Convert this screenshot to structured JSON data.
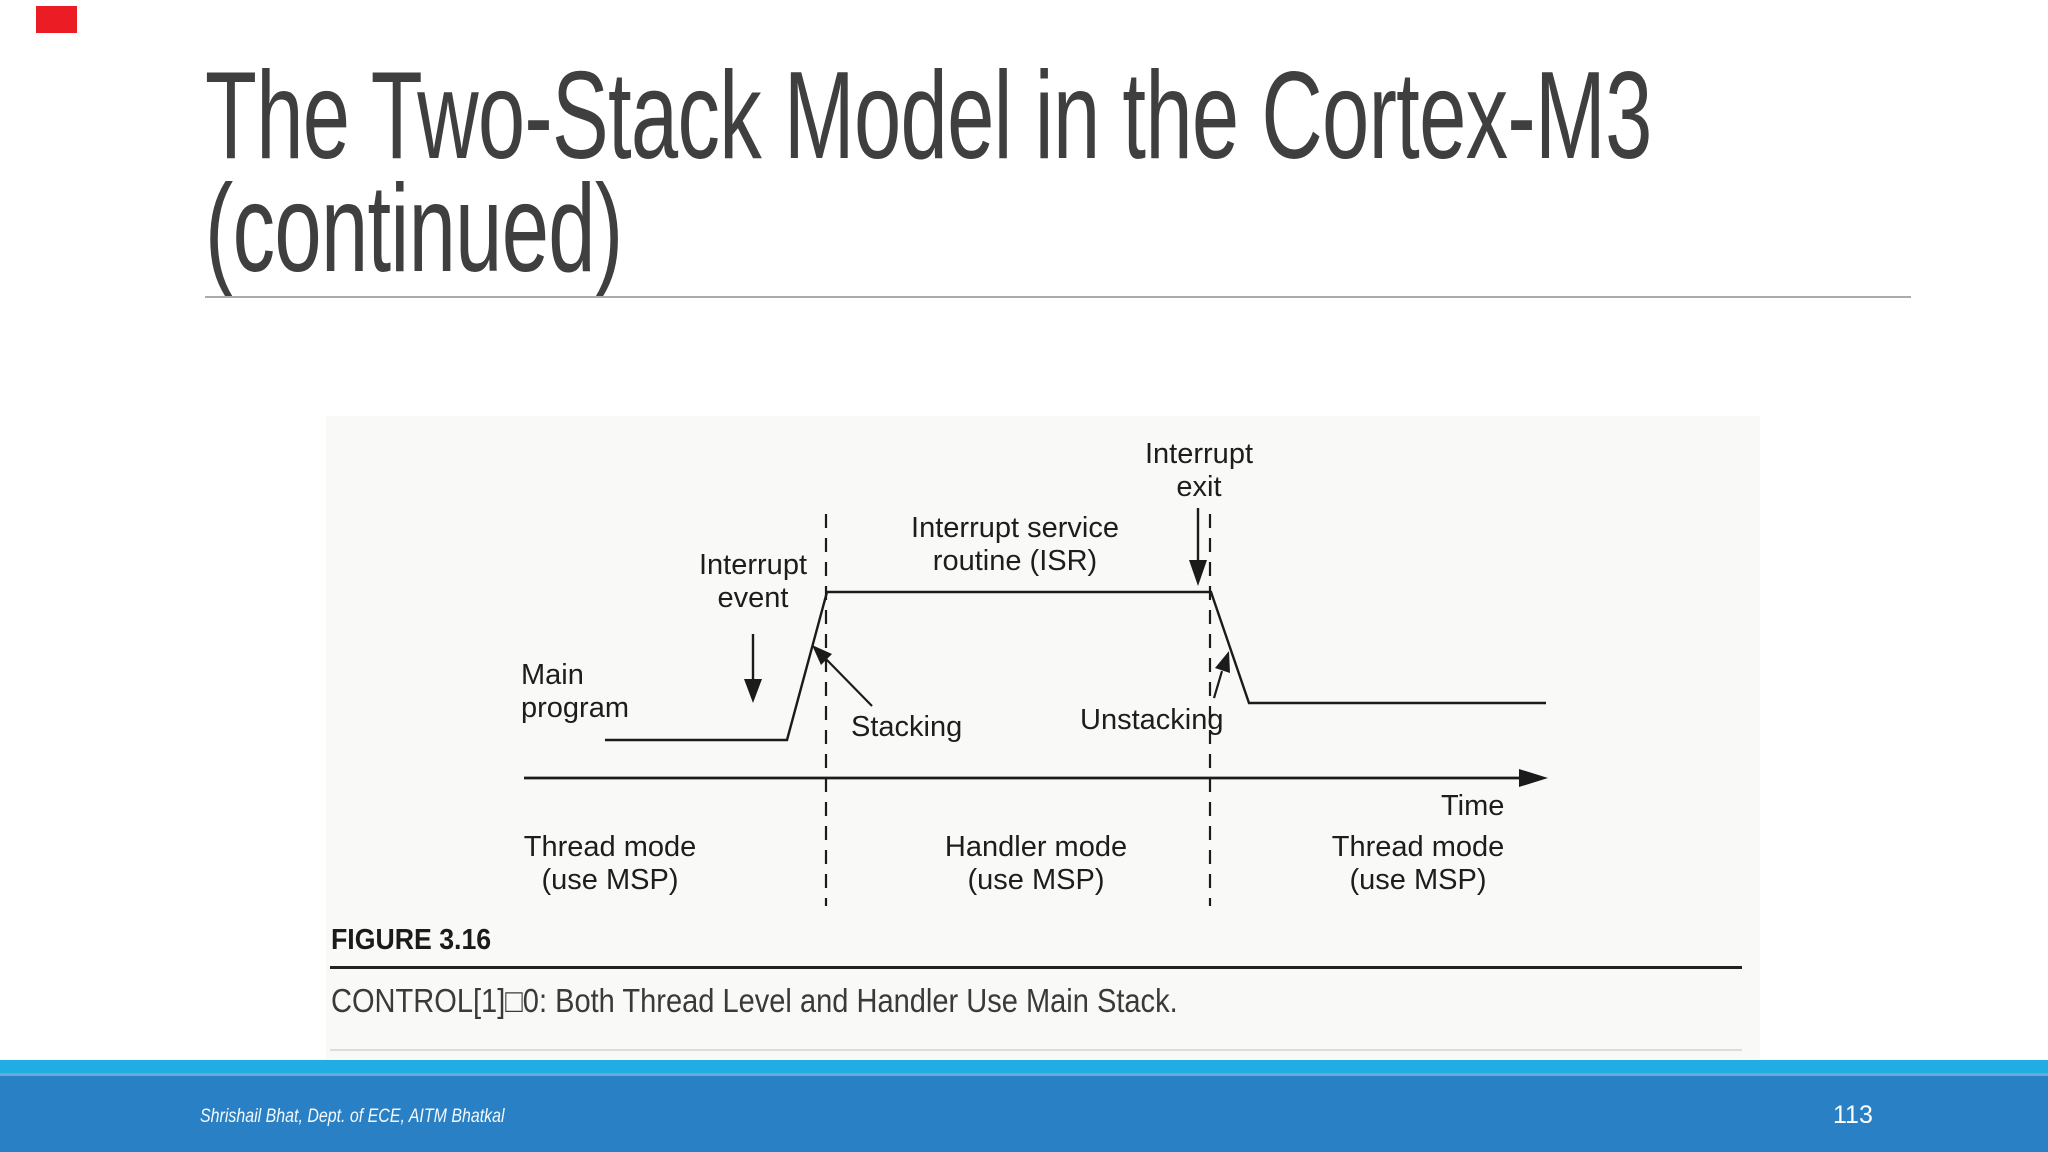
{
  "slide": {
    "title_line1": "The Two-Stack Model in the Cortex-M3",
    "title_line2": "(continued)"
  },
  "figure": {
    "labels": {
      "interrupt_exit": "Interrupt\nexit",
      "isr": "Interrupt service\nroutine (ISR)",
      "interrupt_event": "Interrupt\nevent",
      "main_program": "Main\nprogram",
      "stacking": "Stacking",
      "unstacking": "Unstacking",
      "time": "Time",
      "mode_left": "Thread mode\n(use MSP)",
      "mode_middle": "Handler mode\n(use MSP)",
      "mode_right": "Thread mode\n(use MSP)"
    },
    "caption_title": "FIGURE 3.16",
    "caption_text": "CONTROL[1]□0: Both Thread Level and Handler Use Main Stack."
  },
  "footer": {
    "author": "Shrishail Bhat, Dept. of ECE, AITM Bhatkal",
    "page_number": "113"
  },
  "colors": {
    "title_text": "#3f3f3f",
    "diagram_ink": "#1b1b1b",
    "footer_stripe": "#21ACE3",
    "footer_bar": "#2A80C4",
    "recording_indicator": "#EB1C24"
  }
}
